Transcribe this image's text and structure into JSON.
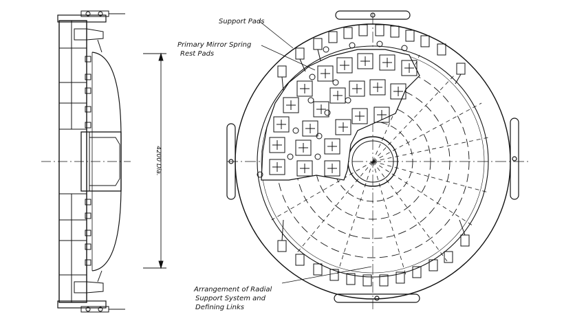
{
  "labels": {
    "support_pads": "Support Pads",
    "spring_rest_pads_1": "Primary Mirror Spring",
    "spring_rest_pads_2": "Rest Pads",
    "radial_support_1": "Arrangement of Radial",
    "radial_support_2": "Support System and",
    "radial_support_3": "Defining Links"
  },
  "dimension": {
    "diameter": "4200 Dia."
  },
  "colors": {
    "ink": "#111111",
    "paper": "#ffffff"
  }
}
